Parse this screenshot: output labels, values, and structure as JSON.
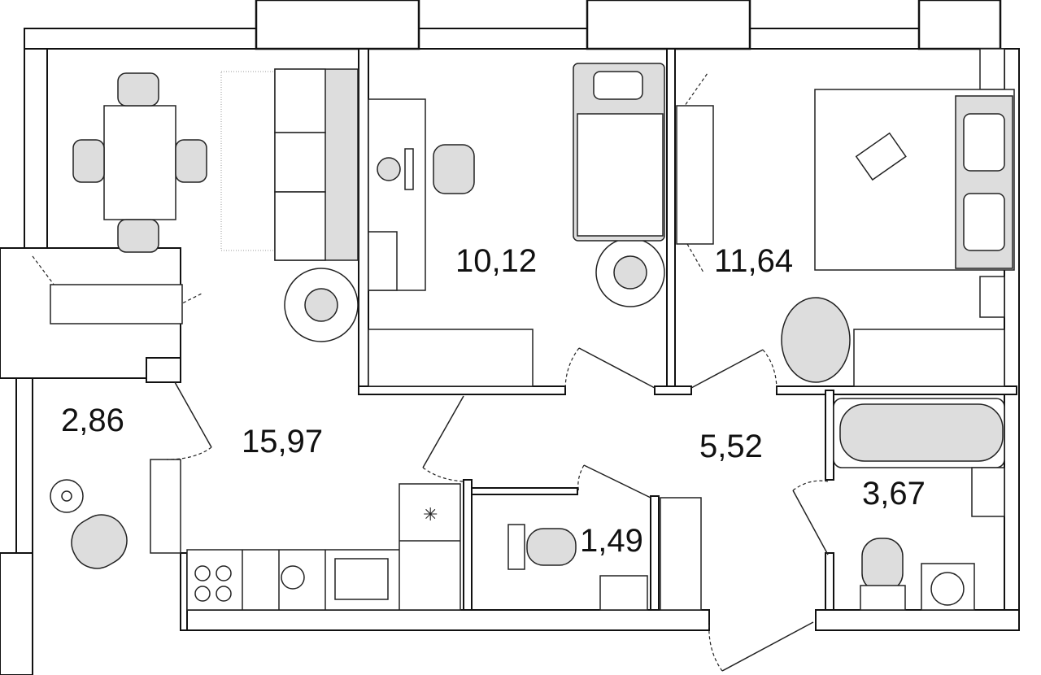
{
  "rooms": [
    {
      "name": "living-kitchen",
      "area": "15,97"
    },
    {
      "name": "bedroom-small",
      "area": "10,12"
    },
    {
      "name": "bedroom-large",
      "area": "11,64"
    },
    {
      "name": "balcony",
      "area": "2,86"
    },
    {
      "name": "hallway",
      "area": "5,52"
    },
    {
      "name": "toilet",
      "area": "1,49"
    },
    {
      "name": "bathroom",
      "area": "3,67"
    }
  ],
  "colors": {
    "wall": "#111111",
    "furniture_fill": "#dddddd"
  }
}
